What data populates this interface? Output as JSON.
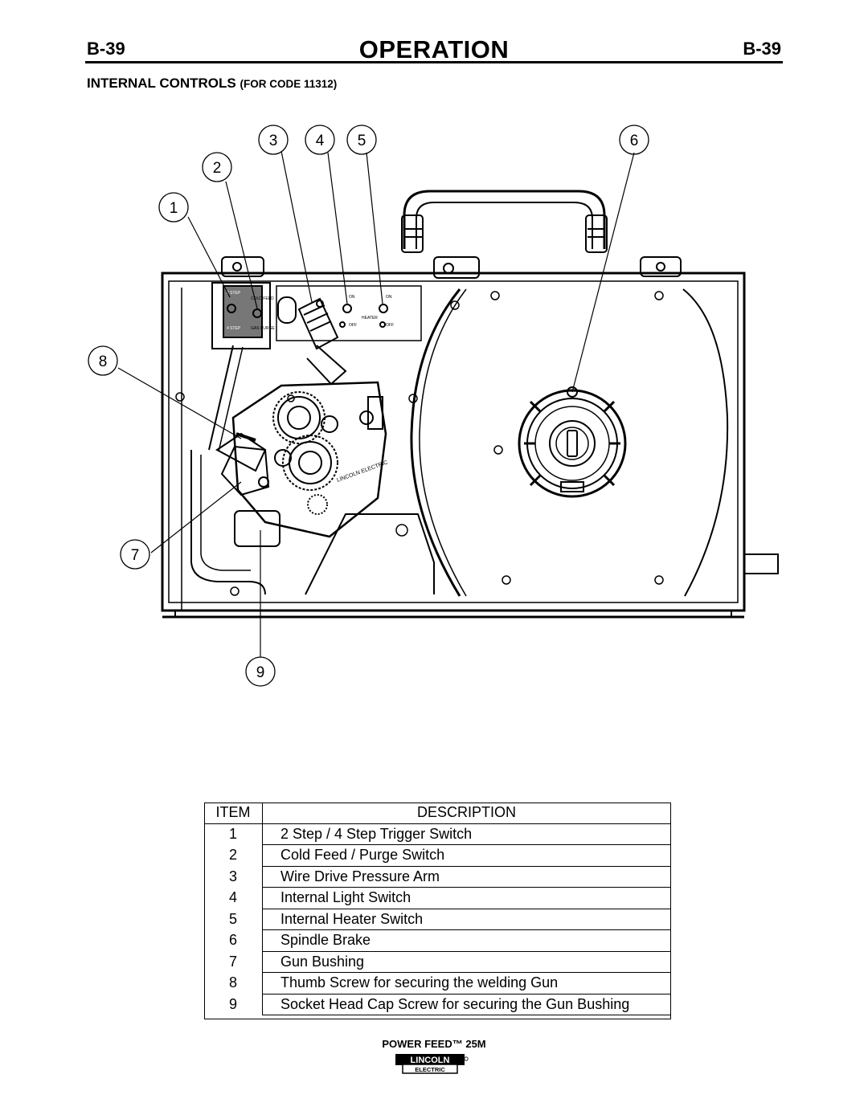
{
  "header": {
    "page_code_left": "B-39",
    "title": "OPERATION",
    "page_code_right": "B-39"
  },
  "section": {
    "title": "INTERNAL CONTROLS",
    "subtitle": "(FOR CODE 11312)"
  },
  "diagram": {
    "callouts": [
      "1",
      "2",
      "3",
      "4",
      "5",
      "6",
      "7",
      "8",
      "9"
    ],
    "panel_labels": {
      "step2": "2 STEP",
      "step4": "4 STEP",
      "cold_feed": "COLD FEED",
      "gas_purge": "GAS PURGE",
      "on1": "ON",
      "off1": "OFF",
      "heater": "HEATER",
      "on2": "ON",
      "off2": "OFF"
    },
    "drive_label": "LINCOLN ELECTRIC"
  },
  "table": {
    "headers": {
      "item": "ITEM",
      "description": "DESCRIPTION"
    },
    "rows": [
      {
        "item": "1",
        "description": "2 Step / 4 Step Trigger Switch"
      },
      {
        "item": "2",
        "description": "Cold Feed / Purge Switch"
      },
      {
        "item": "3",
        "description": "Wire Drive Pressure Arm"
      },
      {
        "item": "4",
        "description": "Internal Light Switch"
      },
      {
        "item": "5",
        "description": "Internal Heater Switch"
      },
      {
        "item": "6",
        "description": "Spindle Brake"
      },
      {
        "item": "7",
        "description": "Gun Bushing"
      },
      {
        "item": "8",
        "description": "Thumb Screw for securing the welding Gun"
      },
      {
        "item": "9",
        "description": "Socket Head Cap Screw for securing the Gun Bushing"
      }
    ]
  },
  "footer": {
    "product": "POWER FEED™ 25M",
    "logo_top": "LINCOLN",
    "logo_bottom": "ELECTRIC"
  }
}
